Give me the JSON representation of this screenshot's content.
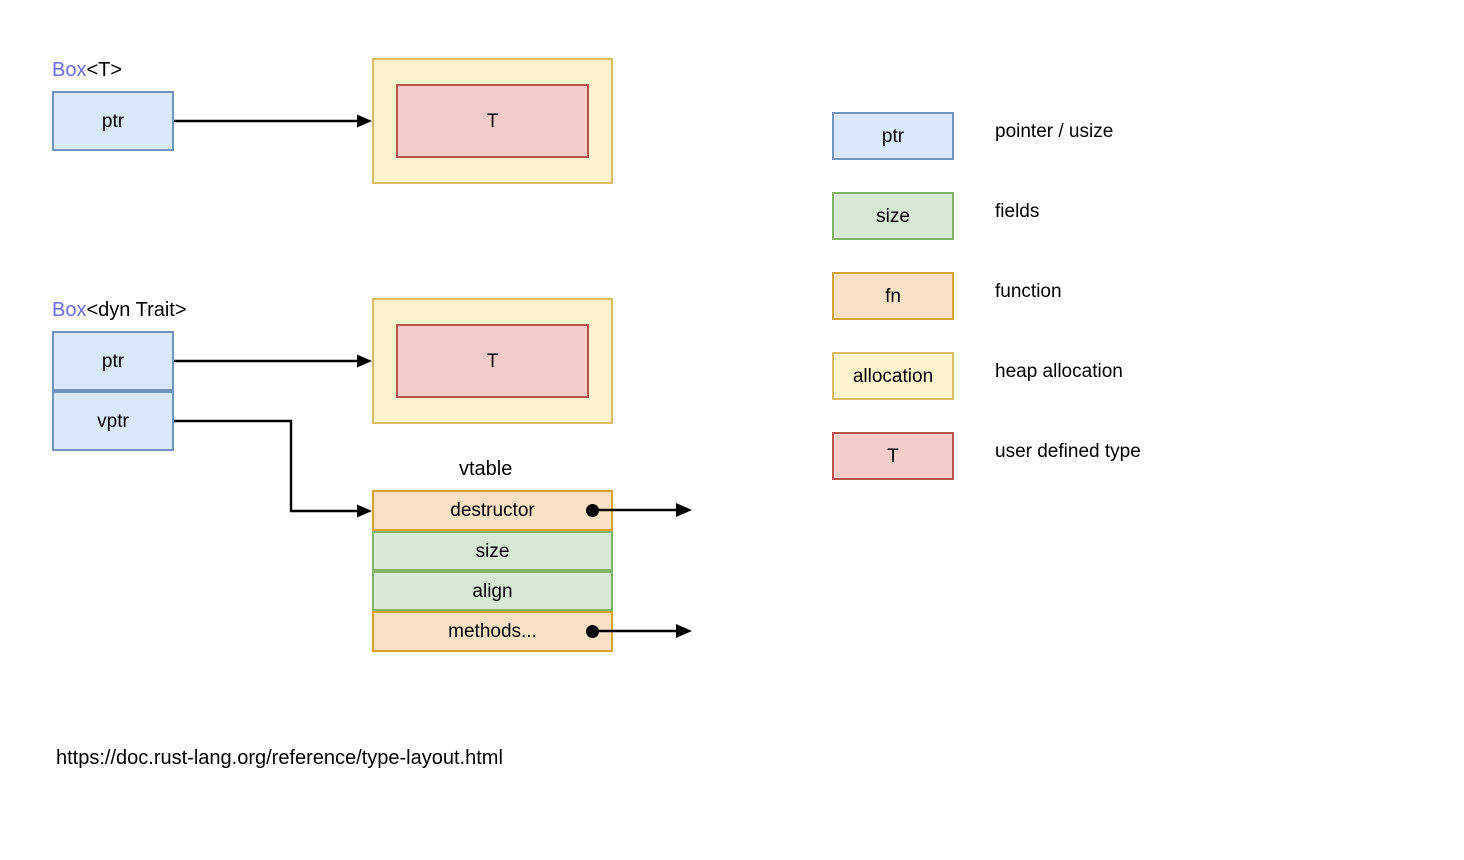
{
  "diagram": {
    "title_box_t": {
      "generic_prefix": "Box",
      "generic_args": "<T>"
    },
    "title_box_dyn": {
      "generic_prefix": "Box",
      "generic_args": "<dyn Trait>"
    },
    "vtable_label": "vtable",
    "box_t": {
      "ptr_cell": "ptr",
      "allocation_inner_type": "T"
    },
    "box_dyn": {
      "ptr_cell": "ptr",
      "vptr_cell": "vptr",
      "allocation_inner_type": "T"
    },
    "vtable_rows": [
      {
        "label": "destructor",
        "kind": "fn",
        "has_pointer_dot": true
      },
      {
        "label": "size",
        "kind": "field",
        "has_pointer_dot": false
      },
      {
        "label": "align",
        "kind": "field",
        "has_pointer_dot": false
      },
      {
        "label": "methods...",
        "kind": "fn",
        "has_pointer_dot": true
      }
    ]
  },
  "legend": {
    "items": [
      {
        "swatch_label": "ptr",
        "description": "pointer / usize",
        "kind": "ptr"
      },
      {
        "swatch_label": "size",
        "description": "fields",
        "kind": "field"
      },
      {
        "swatch_label": "fn",
        "description": "function",
        "kind": "fn"
      },
      {
        "swatch_label": "allocation",
        "description": "heap allocation",
        "kind": "alloc"
      },
      {
        "swatch_label": "T",
        "description": "user defined type",
        "kind": "type"
      }
    ]
  },
  "footer": {
    "url": "https://doc.rust-lang.org/reference/type-layout.html"
  },
  "colors": {
    "ptr_fill": "#dae8fc",
    "ptr_stroke": "#7193bf",
    "field_fill": "#d7e8d4",
    "field_stroke": "#82b366",
    "fn_fill": "#fbe0c8",
    "fn_stroke": "#d6a429",
    "alloc_fill": "#fdf2ce",
    "alloc_stroke": "#d9bc63",
    "type_fill": "#f4ccca",
    "type_stroke": "#b85450",
    "keyword": "#6c6cf0",
    "edge": "#000000"
  }
}
